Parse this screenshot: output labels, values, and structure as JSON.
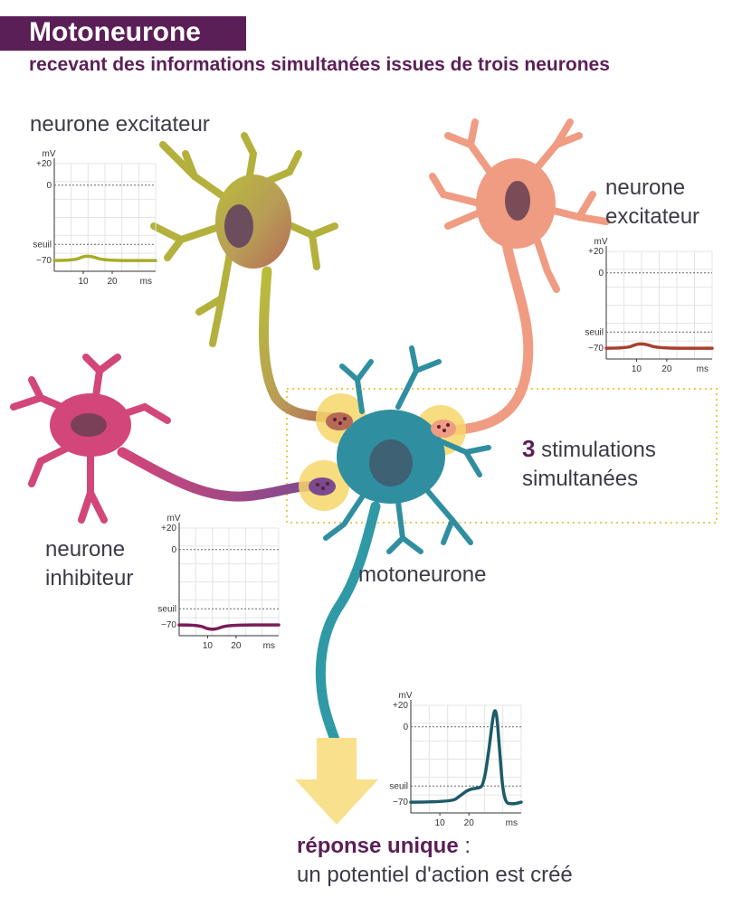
{
  "header": {
    "title": "Motoneurone",
    "subtitle": "recevant des informations simultanées issues de trois neurones"
  },
  "labels": {
    "excitateur_left": "neurone excitateur",
    "excitateur_right_line1": "neurone",
    "excitateur_right_line2": "excitateur",
    "inhibiteur_line1": "neurone",
    "inhibiteur_line2": "inhibiteur",
    "motoneurone": "motoneurone",
    "stim_count": "3",
    "stim_line1": "stimulations",
    "stim_line2": "simultanées",
    "response_bold": "réponse unique",
    "response_colon": " :",
    "response_line2": "un potentiel d'action est créé"
  },
  "colors": {
    "title_bg": "#5b1f57",
    "excitateur_left": "#a8ad2a",
    "excitateur_right": "#a8402f",
    "inhibiteur": "#7a1c5a",
    "motoneurone": "#1d5a6a",
    "highlight": "#f6d66a"
  },
  "chart_data": [
    {
      "type": "line",
      "name": "neurone excitateur (gauche)",
      "xlabel": "ms",
      "ylabel": "mV",
      "ytick_labels": [
        "+20",
        "0",
        "seuil",
        "−70"
      ],
      "xticks": [
        "10",
        "20"
      ],
      "xlim": [
        0,
        35
      ],
      "ylim": [
        -80,
        20
      ],
      "threshold": -55,
      "x": [
        0,
        7,
        10,
        13,
        17,
        35
      ],
      "y": [
        -70,
        -70,
        -66,
        -66,
        -70,
        -70
      ]
    },
    {
      "type": "line",
      "name": "neurone excitateur (droite)",
      "xlabel": "ms",
      "ylabel": "mV",
      "ytick_labels": [
        "+20",
        "0",
        "seuil",
        "−70"
      ],
      "xticks": [
        "10",
        "20"
      ],
      "xlim": [
        0,
        35
      ],
      "ylim": [
        -80,
        20
      ],
      "threshold": -55,
      "x": [
        0,
        7,
        10,
        13,
        17,
        35
      ],
      "y": [
        -70,
        -70,
        -66,
        -66,
        -70,
        -70
      ]
    },
    {
      "type": "line",
      "name": "neurone inhibiteur",
      "xlabel": "ms",
      "ylabel": "mV",
      "ytick_labels": [
        "+20",
        "0",
        "seuil",
        "−70"
      ],
      "xticks": [
        "10",
        "20"
      ],
      "xlim": [
        0,
        35
      ],
      "ylim": [
        -80,
        20
      ],
      "threshold": -55,
      "x": [
        0,
        7,
        10,
        13,
        17,
        35
      ],
      "y": [
        -70,
        -70,
        -74,
        -74,
        -70,
        -70
      ]
    },
    {
      "type": "line",
      "name": "motoneurone",
      "xlabel": "ms",
      "ylabel": "mV",
      "ytick_labels": [
        "+20",
        "0",
        "seuil",
        "−70"
      ],
      "xticks": [
        "10",
        "20"
      ],
      "xlim": [
        0,
        38
      ],
      "ylim": [
        -80,
        20
      ],
      "threshold": -55,
      "x": [
        0,
        14,
        17,
        20,
        23,
        25,
        27,
        28.5,
        29.5,
        30.5,
        32,
        35,
        38
      ],
      "y": [
        -70,
        -70,
        -64,
        -58,
        -57,
        -55,
        -20,
        15,
        15,
        -20,
        -70,
        -72,
        -70
      ]
    }
  ]
}
